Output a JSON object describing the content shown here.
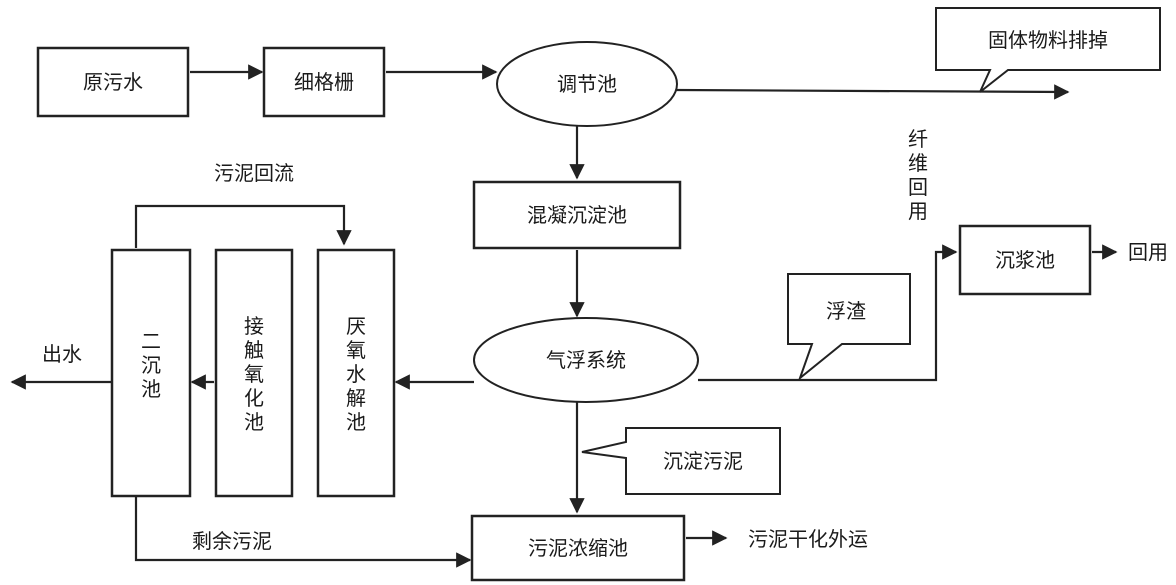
{
  "nodes": {
    "raw_water": "原污水",
    "fine_screen": "细格栅",
    "equalization": "调节池",
    "coagulation": "混凝沉淀池",
    "air_flotation": "气浮系统",
    "anaerobic": "厌氧水解池",
    "contact_oxidation": "接触氧化池",
    "secondary_clarifier": "二沉池",
    "sludge_thickener": "污泥浓缩池",
    "pulp_tank": "沉浆池"
  },
  "callouts": {
    "solid_discharge": "固体物料排掉",
    "scum": "浮渣",
    "settled_sludge": "沉淀污泥"
  },
  "labels": {
    "sludge_return": "污泥回流",
    "fiber_reuse": "纤维回用",
    "effluent": "出水",
    "reuse": "回用",
    "excess_sludge": "剩余污泥",
    "sludge_out": "污泥干化外运"
  }
}
